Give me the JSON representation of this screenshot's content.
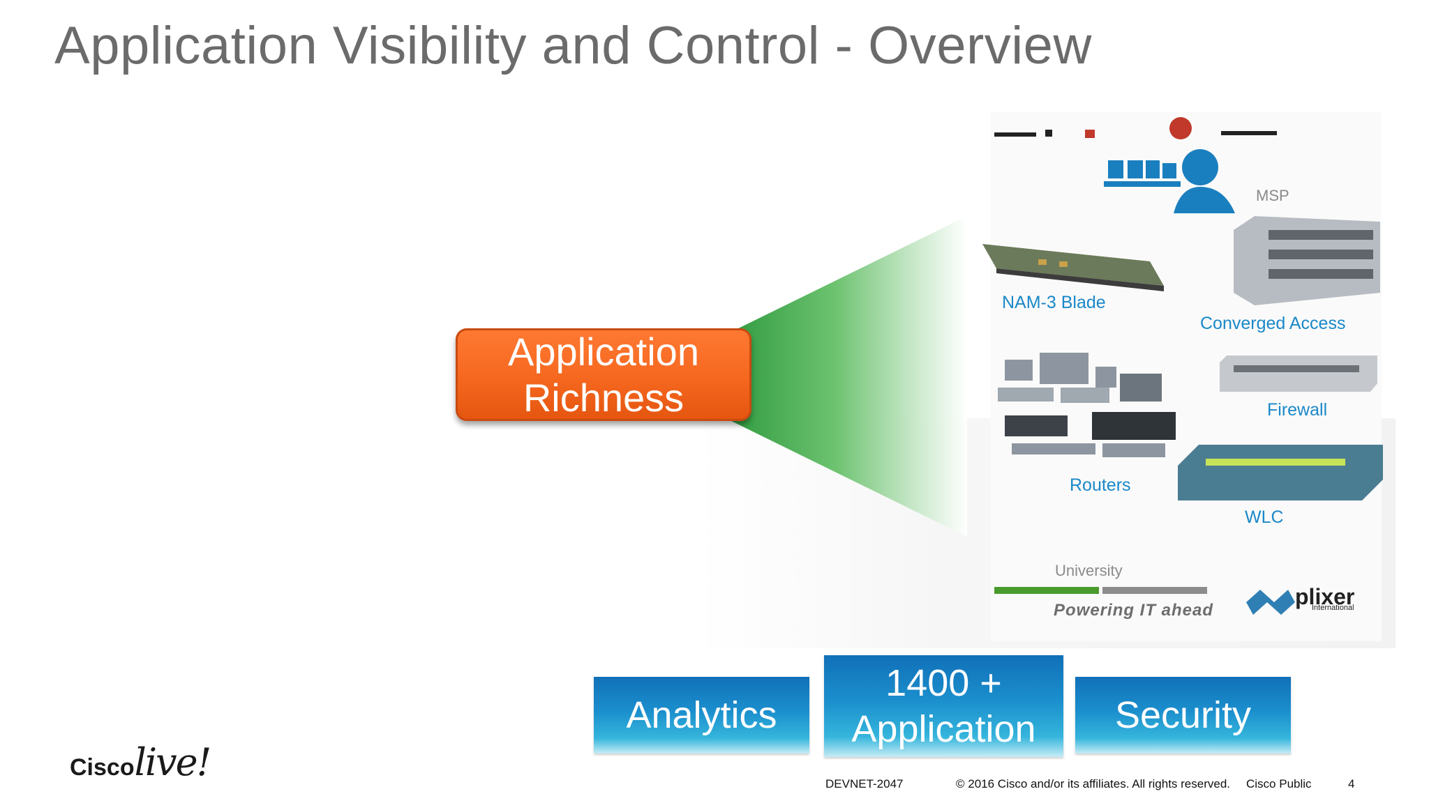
{
  "slide": {
    "title": "Application Visibility and Control - Overview"
  },
  "center_box": {
    "line1": "Application",
    "line2": "Richness",
    "color": "#f5671f"
  },
  "collage": {
    "msp_label": "MSP",
    "university_label": "University",
    "products": {
      "nam": "NAM-3 Blade",
      "converged_access": "Converged Access",
      "firewall": "Firewall",
      "routers": "Routers",
      "wlc": "WLC"
    },
    "partners": {
      "manageengine_tagline": "Powering IT ahead",
      "plixer_name": "plixer",
      "plixer_sub": "International"
    },
    "label_color": "#1a88c9"
  },
  "pillars": {
    "analytics": "Analytics",
    "applications_line1": "1400 +",
    "applications_line2": "Application",
    "security": "Security",
    "color": "#1b8fcd"
  },
  "footer": {
    "brand_cisco": "Cisco",
    "brand_live": "live!",
    "session": "DEVNET-2047",
    "copyright": "© 2016  Cisco and/or its affiliates. All rights reserved.",
    "classification": "Cisco Public",
    "page_number": "4"
  }
}
